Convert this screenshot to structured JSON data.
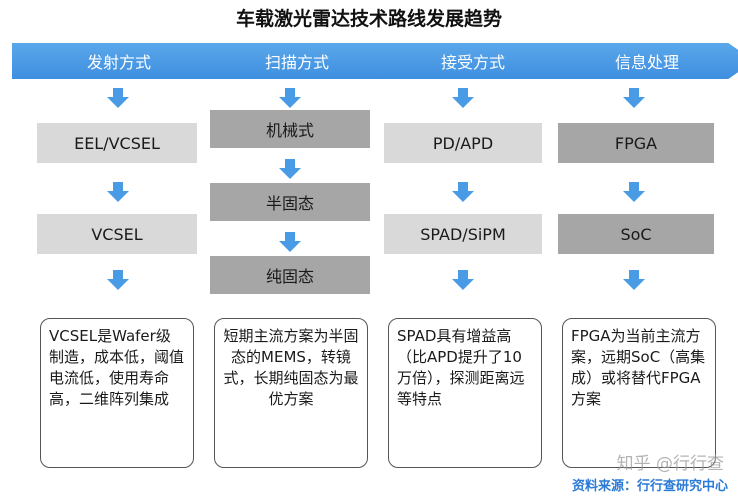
{
  "title": "车载激光雷达技术路线发展趋势",
  "columns": [
    {
      "header": "发射方式",
      "boxes": [
        "EEL/VCSEL",
        "VCSEL"
      ],
      "note": "VCSEL是Wafer级制造，成本低，阈值电流低，使用寿命高，二维阵列集成"
    },
    {
      "header": "扫描方式",
      "boxes": [
        "机械式",
        "半固态",
        "纯固态"
      ],
      "note": "短期主流方案为半固态的MEMS，转镜式，长期纯固态为最优方案"
    },
    {
      "header": "接受方式",
      "boxes": [
        "PD/APD",
        "SPAD/SiPM"
      ],
      "note": "SPAD具有增益高（比APD提升了10万倍），探测距离远等特点"
    },
    {
      "header": "信息处理",
      "boxes": [
        "FPGA",
        "SoC"
      ],
      "note": "FPGA为当前主流方案，远期SoC（高集成）或将替代FPGA方案"
    }
  ],
  "source": "资料来源：行行查研究中心",
  "watermark": "知乎 @行行查",
  "colors": {
    "chevron": "#4a9be6",
    "arrow": "#4a9be6",
    "box_light": "#d9d9d9",
    "box_dark": "#a6a6a6",
    "source": "#2b7bd6"
  }
}
